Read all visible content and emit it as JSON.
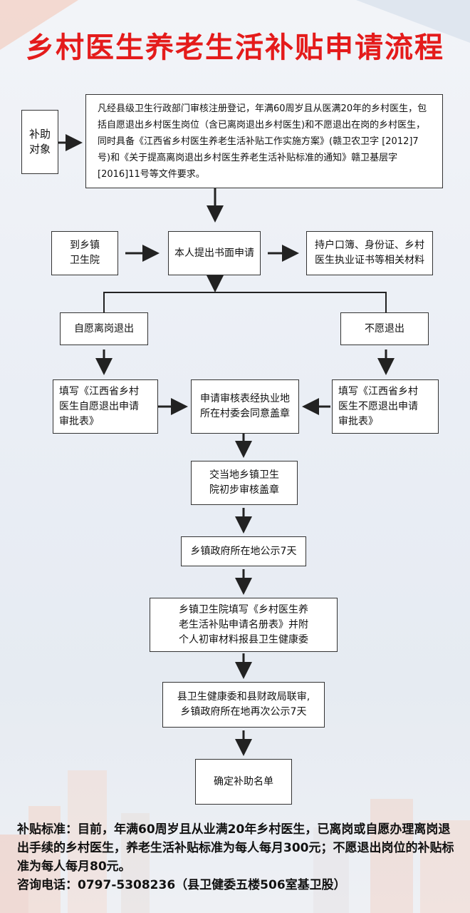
{
  "title": "乡村医生养老生活补贴申请流程",
  "boxes": {
    "subsidy_target_label": "补助\n对象",
    "subsidy_target_desc": "凡经县级卫生行政部门审核注册登记，年满60周岁且从医满20年的乡村医生，包括自愿退出乡村医生岗位（含已离岗退出乡村医生)和不愿退出在岗的乡村医生，同时具备《江西省乡村医生养老生活补贴工作实施方案》(赣卫农卫字 [2012]7 号)和《关于提高离岗退出乡村医生养老生活补贴标准的通知》赣卫基层字[2016]11号等文件要求。",
    "township_hospital": "到乡镇\n卫生院",
    "personal_application": "本人提出书面申请",
    "materials": "持户口簿、身份证、乡村\n医生执业证书等相关材料",
    "voluntary_exit": "自愿离岗退出",
    "no_exit": "不愿退出",
    "form_voluntary": "填写《江西省乡村\n医生自愿退出申请\n审批表》",
    "village_approval": "申请审核表经执业地\n所在村委会同意盖章",
    "form_no_exit": "填写《江西省乡村\n医生不愿退出申请\n审批表》",
    "township_review": "交当地乡镇卫生\n院初步审核盖章",
    "publicity_1": "乡镇政府所在地公示7天",
    "register_form": "乡镇卫生院填写《乡村医生养\n老生活补贴申请名册表》并附\n个人初审材料报县卫生健康委",
    "joint_review": "县卫生健康委和县财政局联审,\n乡镇政府所在地再次公示7天",
    "final_list": "确定补助名单"
  },
  "footer": {
    "standard_label": "补贴标准",
    "standard_text": "：目前，年满60周岁且从业满20年乡村医生，已离岗或自愿办理离岗退出手续的乡村医生，养老生活补贴标准为每人每月300元；不愿退出岗位的补贴标准为每人每月80元。",
    "contact_label": "咨询电话",
    "contact_text": "：0797-5308236（县卫健委五楼506室基卫股）"
  },
  "colors": {
    "title": "#e41b1b",
    "border": "#333333",
    "arrow": "#222222"
  }
}
